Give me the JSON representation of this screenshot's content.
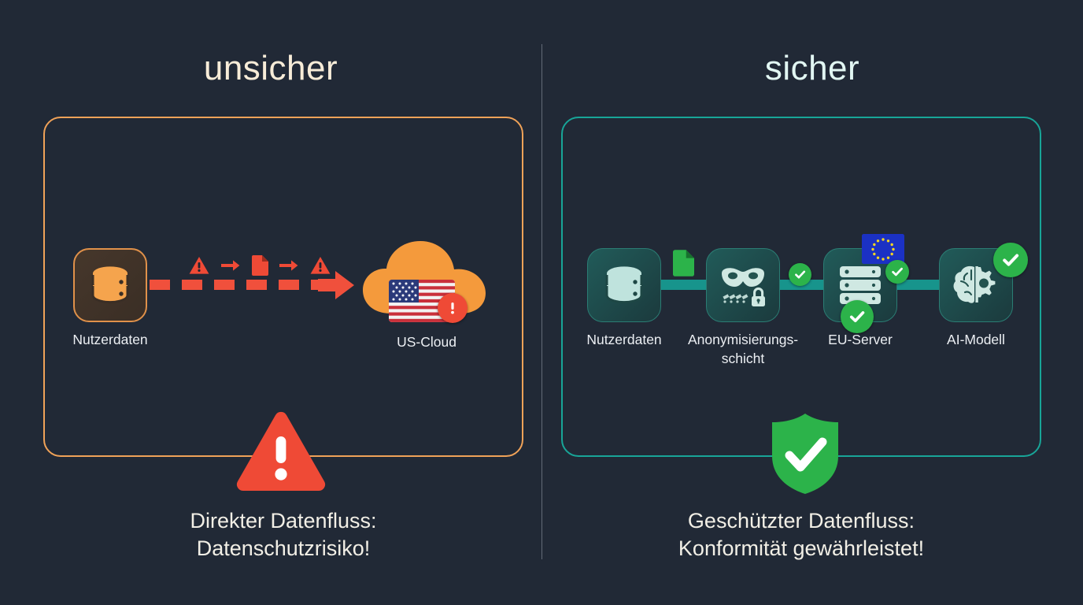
{
  "background_color": "#212936",
  "divider": {
    "color": "#9aa3ad"
  },
  "panels": {
    "left": {
      "title": "unsicher",
      "title_color": "#f7ecd8",
      "border_color": "#f0a258",
      "accent_color": "#f0503c",
      "caption": "Direkter Datenfluss:\nDatenschutzrisiko!",
      "emblem": "warning-triangle-icon",
      "flow_style": "dashed",
      "flow_markers": [
        "warning-icon",
        "arrow-right-icon",
        "document-icon",
        "arrow-right-icon",
        "warning-icon"
      ],
      "nodes": [
        {
          "label": "Nutzerdaten",
          "icon": "database-icon"
        },
        {
          "label": "US-Cloud",
          "icon": "cloud-icon",
          "flag": "us-flag-icon",
          "badge": "alert-exclamation-icon"
        }
      ]
    },
    "right": {
      "title": "sicher",
      "title_color": "#e2f7f3",
      "border_color": "#18a598",
      "accent_color": "#17948c",
      "caption": "Geschützter Datenfluss:\nKonformität gewährleistet!",
      "emblem": "shield-check-icon",
      "flow_style": "solid",
      "nodes": [
        {
          "label": "Nutzerdaten",
          "icon": "database-icon",
          "badge": null
        },
        {
          "label": "Anonymisierungs-\nschicht",
          "icon": "mask-lock-icon",
          "badge": "check-icon"
        },
        {
          "label": "EU-Server",
          "icon": "server-rack-icon",
          "flag": "eu-flag-icon",
          "badge": "check-icon"
        },
        {
          "label": "AI-Modell",
          "icon": "brain-gear-icon",
          "badge": "check-icon"
        }
      ],
      "extra_markers": [
        "document-green-icon"
      ]
    }
  },
  "colors": {
    "green_check": "#2cb34a",
    "orange_icon": "#f5a44d",
    "mint_icon": "#bfe3dd",
    "red_alert": "#ef4a36",
    "eu_blue": "#1b31c4",
    "eu_star": "#f3d523",
    "green_file": "#2cb34a"
  }
}
